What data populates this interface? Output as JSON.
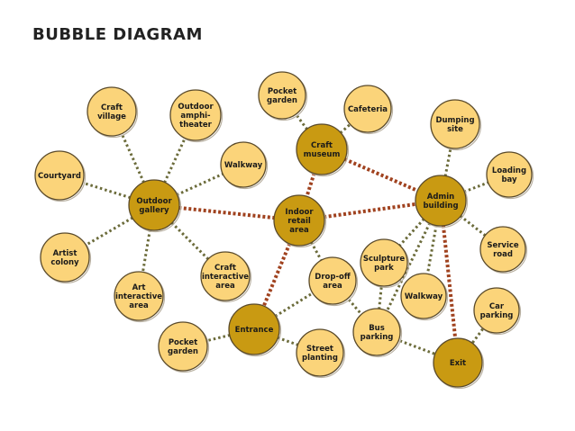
{
  "title": "BUBBLE DIAGRAM",
  "colors": {
    "light_fill": "#fbd47a",
    "dark_fill": "#c99a12",
    "outline": "#5a4a2a",
    "weak_link": "#6b6b3a",
    "strong_link": "#a0421f"
  },
  "nodes": [
    {
      "id": "craft-village",
      "lines": [
        "Craft",
        "village"
      ],
      "major": false
    },
    {
      "id": "outdoor-amphitheater",
      "lines": [
        "Outdoor",
        "amphi-",
        "theater"
      ],
      "major": false
    },
    {
      "id": "pocket-garden-top",
      "lines": [
        "Pocket",
        "garden"
      ],
      "major": false
    },
    {
      "id": "cafeteria",
      "lines": [
        "Cafeteria"
      ],
      "major": false
    },
    {
      "id": "dumping-site",
      "lines": [
        "Dumping",
        "site"
      ],
      "major": false
    },
    {
      "id": "craft-museum",
      "lines": [
        "Craft",
        "museum"
      ],
      "major": true
    },
    {
      "id": "walkway-top",
      "lines": [
        "Walkway"
      ],
      "major": false
    },
    {
      "id": "courtyard",
      "lines": [
        "Courtyard"
      ],
      "major": false
    },
    {
      "id": "outdoor-gallery",
      "lines": [
        "Outdoor",
        "gallery"
      ],
      "major": true
    },
    {
      "id": "indoor-retail-area",
      "lines": [
        "Indoor",
        "retail",
        "area"
      ],
      "major": true
    },
    {
      "id": "admin-building",
      "lines": [
        "Admin",
        "building"
      ],
      "major": true
    },
    {
      "id": "loading-bay",
      "lines": [
        "Loading",
        "bay"
      ],
      "major": false
    },
    {
      "id": "artist-colony",
      "lines": [
        "Artist",
        "colony"
      ],
      "major": false
    },
    {
      "id": "service-road",
      "lines": [
        "Service",
        "road"
      ],
      "major": false
    },
    {
      "id": "sculpture-park",
      "lines": [
        "Sculpture",
        "park"
      ],
      "major": false
    },
    {
      "id": "craft-interactive-area",
      "lines": [
        "Craft",
        "interactive",
        "area"
      ],
      "major": false
    },
    {
      "id": "art-interactive-area",
      "lines": [
        "Art",
        "interactive",
        "area"
      ],
      "major": false
    },
    {
      "id": "drop-off-area",
      "lines": [
        "Drop-off",
        "area"
      ],
      "major": false
    },
    {
      "id": "walkway-right",
      "lines": [
        "Walkway"
      ],
      "major": false
    },
    {
      "id": "car-parking",
      "lines": [
        "Car",
        "parking"
      ],
      "major": false
    },
    {
      "id": "entrance",
      "lines": [
        "Entrance"
      ],
      "major": true
    },
    {
      "id": "bus-parking",
      "lines": [
        "Bus",
        "parking"
      ],
      "major": false
    },
    {
      "id": "pocket-garden-bottom",
      "lines": [
        "Pocket",
        "garden"
      ],
      "major": false
    },
    {
      "id": "street-planting",
      "lines": [
        "Street",
        "planting"
      ],
      "major": false
    },
    {
      "id": "exit",
      "lines": [
        "Exit"
      ],
      "major": true
    }
  ],
  "links": [
    {
      "from": "outdoor-gallery",
      "to": "craft-village",
      "strength": "weak"
    },
    {
      "from": "outdoor-gallery",
      "to": "outdoor-amphitheater",
      "strength": "weak"
    },
    {
      "from": "outdoor-gallery",
      "to": "walkway-top",
      "strength": "weak"
    },
    {
      "from": "outdoor-gallery",
      "to": "courtyard",
      "strength": "weak"
    },
    {
      "from": "outdoor-gallery",
      "to": "artist-colony",
      "strength": "weak"
    },
    {
      "from": "outdoor-gallery",
      "to": "art-interactive-area",
      "strength": "weak"
    },
    {
      "from": "outdoor-gallery",
      "to": "craft-interactive-area",
      "strength": "weak"
    },
    {
      "from": "outdoor-gallery",
      "to": "indoor-retail-area",
      "strength": "strong"
    },
    {
      "from": "craft-museum",
      "to": "pocket-garden-top",
      "strength": "weak"
    },
    {
      "from": "craft-museum",
      "to": "cafeteria",
      "strength": "weak"
    },
    {
      "from": "craft-museum",
      "to": "indoor-retail-area",
      "strength": "strong"
    },
    {
      "from": "craft-museum",
      "to": "admin-building",
      "strength": "strong"
    },
    {
      "from": "indoor-retail-area",
      "to": "admin-building",
      "strength": "strong"
    },
    {
      "from": "indoor-retail-area",
      "to": "entrance",
      "strength": "strong"
    },
    {
      "from": "indoor-retail-area",
      "to": "drop-off-area",
      "strength": "weak"
    },
    {
      "from": "admin-building",
      "to": "dumping-site",
      "strength": "weak"
    },
    {
      "from": "admin-building",
      "to": "loading-bay",
      "strength": "weak"
    },
    {
      "from": "admin-building",
      "to": "service-road",
      "strength": "weak"
    },
    {
      "from": "admin-building",
      "to": "sculpture-park",
      "strength": "weak"
    },
    {
      "from": "admin-building",
      "to": "walkway-right",
      "strength": "weak"
    },
    {
      "from": "admin-building",
      "to": "bus-parking",
      "strength": "weak"
    },
    {
      "from": "admin-building",
      "to": "exit",
      "strength": "strong"
    },
    {
      "from": "entrance",
      "to": "pocket-garden-bottom",
      "strength": "weak"
    },
    {
      "from": "entrance",
      "to": "street-planting",
      "strength": "weak"
    },
    {
      "from": "entrance",
      "to": "drop-off-area",
      "strength": "weak"
    },
    {
      "from": "drop-off-area",
      "to": "bus-parking",
      "strength": "weak"
    },
    {
      "from": "sculpture-park",
      "to": "bus-parking",
      "strength": "weak"
    },
    {
      "from": "bus-parking",
      "to": "exit",
      "strength": "weak"
    },
    {
      "from": "exit",
      "to": "car-parking",
      "strength": "weak"
    }
  ]
}
